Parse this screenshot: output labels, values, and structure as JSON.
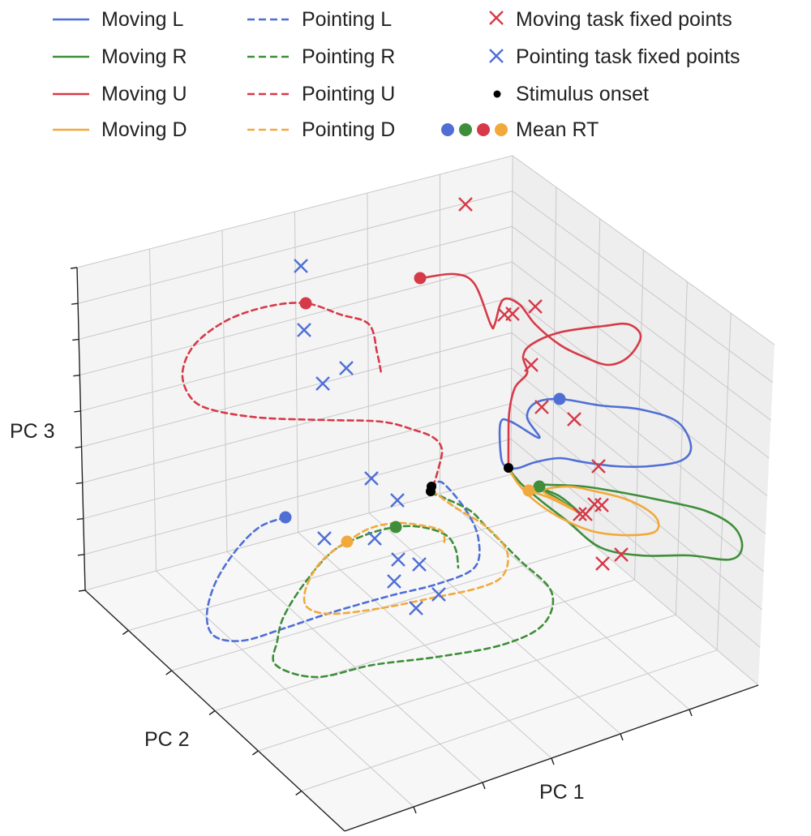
{
  "chart_data": {
    "type": "line-3d",
    "xlabel": "PC 1",
    "ylabel": "PC 2",
    "zlabel": "PC 3",
    "grid": true,
    "legend_placement": "top",
    "colors": {
      "left": "#4f6fd6",
      "right": "#3e8e3a",
      "up": "#d63a48",
      "down": "#f2a93b",
      "onset": "#000000"
    },
    "legend": {
      "moving_l": "Moving L",
      "moving_r": "Moving R",
      "moving_u": "Moving U",
      "moving_d": "Moving D",
      "pointing_l": "Pointing L",
      "pointing_r": "Pointing R",
      "pointing_u": "Pointing U",
      "pointing_d": "Pointing D",
      "moving_fixed": "Moving task fixed points",
      "pointing_fixed": "Pointing task fixed points",
      "onset": "Stimulus onset",
      "mean_rt": "Mean RT"
    },
    "series": [
      {
        "name": "Moving L",
        "task": "moving",
        "color_key": "left",
        "points": [
          [
            625,
            577
          ],
          [
            618,
            565
          ],
          [
            617,
            522
          ],
          [
            630,
            520
          ],
          [
            665,
            540
          ],
          [
            650,
            515
          ],
          [
            660,
            497
          ],
          [
            690,
            492
          ],
          [
            740,
            500
          ],
          [
            790,
            505
          ],
          [
            835,
            520
          ],
          [
            852,
            550
          ],
          [
            840,
            568
          ],
          [
            800,
            575
          ],
          [
            760,
            575
          ],
          [
            720,
            570
          ],
          [
            690,
            565
          ],
          [
            660,
            570
          ],
          [
            640,
            577
          ],
          [
            627,
            578
          ]
        ],
        "mean_rt": [
          690,
          492
        ]
      },
      {
        "name": "Moving R",
        "task": "moving",
        "color_key": "right",
        "points": [
          [
            627,
            578
          ],
          [
            643,
            597
          ],
          [
            670,
            620
          ],
          [
            700,
            643
          ],
          [
            740,
            675
          ],
          [
            790,
            685
          ],
          [
            850,
            685
          ],
          [
            900,
            690
          ],
          [
            915,
            675
          ],
          [
            905,
            650
          ],
          [
            870,
            630
          ],
          [
            820,
            618
          ],
          [
            770,
            608
          ],
          [
            720,
            600
          ],
          [
            680,
            598
          ],
          [
            660,
            599
          ],
          [
            688,
            615
          ],
          [
            715,
            633
          ],
          [
            690,
            612
          ],
          [
            663,
            601
          ]
        ],
        "mean_rt": [
          665,
          600
        ]
      },
      {
        "name": "Moving U",
        "task": "moving",
        "color_key": "up",
        "points": [
          [
            627,
            578
          ],
          [
            627,
            545
          ],
          [
            628,
            508
          ],
          [
            635,
            478
          ],
          [
            650,
            460
          ],
          [
            645,
            440
          ],
          [
            655,
            425
          ],
          [
            690,
            410
          ],
          [
            745,
            402
          ],
          [
            775,
            400
          ],
          [
            790,
            415
          ],
          [
            775,
            440
          ],
          [
            750,
            450
          ],
          [
            720,
            440
          ],
          [
            690,
            425
          ],
          [
            660,
            400
          ],
          [
            640,
            375
          ],
          [
            620,
            370
          ],
          [
            610,
            400
          ],
          [
            605,
            400
          ],
          [
            585,
            350
          ],
          [
            560,
            338
          ],
          [
            520,
            343
          ]
        ],
        "mean_rt": [
          518,
          343
        ]
      },
      {
        "name": "Moving D",
        "task": "moving",
        "color_key": "down",
        "points": [
          [
            627,
            578
          ],
          [
            640,
            598
          ],
          [
            660,
            618
          ],
          [
            690,
            638
          ],
          [
            730,
            655
          ],
          [
            770,
            660
          ],
          [
            805,
            657
          ],
          [
            812,
            645
          ],
          [
            800,
            630
          ],
          [
            770,
            615
          ],
          [
            730,
            605
          ],
          [
            700,
            600
          ],
          [
            670,
            605
          ],
          [
            690,
            618
          ],
          [
            710,
            630
          ],
          [
            680,
            615
          ],
          [
            652,
            605
          ]
        ],
        "mean_rt": [
          652,
          605
        ]
      },
      {
        "name": "Pointing L",
        "task": "pointing",
        "color_key": "left",
        "points": [
          [
            533,
            603
          ],
          [
            545,
            595
          ],
          [
            575,
            630
          ],
          [
            590,
            665
          ],
          [
            585,
            700
          ],
          [
            540,
            720
          ],
          [
            480,
            735
          ],
          [
            410,
            755
          ],
          [
            350,
            775
          ],
          [
            300,
            790
          ],
          [
            265,
            785
          ],
          [
            255,
            760
          ],
          [
            265,
            720
          ],
          [
            290,
            680
          ],
          [
            320,
            650
          ],
          [
            352,
            638
          ]
        ],
        "mean_rt": [
          352,
          638
        ]
      },
      {
        "name": "Pointing R",
        "task": "pointing",
        "color_key": "right",
        "points": [
          [
            531,
            608
          ],
          [
            550,
            615
          ],
          [
            580,
            630
          ],
          [
            600,
            650
          ],
          [
            640,
            690
          ],
          [
            680,
            730
          ],
          [
            670,
            770
          ],
          [
            620,
            795
          ],
          [
            540,
            810
          ],
          [
            460,
            820
          ],
          [
            390,
            835
          ],
          [
            340,
            820
          ],
          [
            342,
            790
          ],
          [
            350,
            760
          ],
          [
            375,
            720
          ],
          [
            410,
            680
          ],
          [
            450,
            660
          ],
          [
            488,
            650
          ],
          [
            520,
            650
          ],
          [
            550,
            660
          ],
          [
            562,
            678
          ],
          [
            565,
            700
          ]
        ],
        "mean_rt": [
          488,
          650
        ]
      },
      {
        "name": "Pointing U",
        "task": "pointing",
        "color_key": "up",
        "points": [
          [
            534,
            600
          ],
          [
            540,
            580
          ],
          [
            545,
            555
          ],
          [
            535,
            540
          ],
          [
            510,
            530
          ],
          [
            470,
            520
          ],
          [
            400,
            518
          ],
          [
            320,
            515
          ],
          [
            260,
            505
          ],
          [
            235,
            490
          ],
          [
            225,
            460
          ],
          [
            240,
            425
          ],
          [
            280,
            395
          ],
          [
            330,
            378
          ],
          [
            377,
            374
          ],
          [
            420,
            388
          ],
          [
            455,
            400
          ],
          [
            465,
            435
          ],
          [
            470,
            460
          ]
        ],
        "mean_rt": [
          377,
          374
        ]
      },
      {
        "name": "Pointing D",
        "task": "pointing",
        "color_key": "down",
        "points": [
          [
            533,
            605
          ],
          [
            560,
            625
          ],
          [
            600,
            650
          ],
          [
            625,
            680
          ],
          [
            620,
            710
          ],
          [
            590,
            725
          ],
          [
            530,
            738
          ],
          [
            470,
            750
          ],
          [
            410,
            757
          ],
          [
            380,
            750
          ],
          [
            376,
            730
          ],
          [
            390,
            700
          ],
          [
            410,
            680
          ],
          [
            428,
            668
          ],
          [
            455,
            652
          ],
          [
            488,
            645
          ],
          [
            520,
            648
          ],
          [
            545,
            655
          ],
          [
            548,
            670
          ]
        ],
        "mean_rt": [
          428,
          668
        ]
      }
    ],
    "moving_fixed_points": [
      [
        574,
        252
      ],
      [
        622,
        388
      ],
      [
        632,
        387
      ],
      [
        660,
        378
      ],
      [
        655,
        450
      ],
      [
        668,
        502
      ],
      [
        708,
        517
      ],
      [
        738,
        575
      ],
      [
        715,
        634
      ],
      [
        722,
        634
      ],
      [
        733,
        622
      ],
      [
        742,
        623
      ],
      [
        743,
        695
      ],
      [
        766,
        684
      ]
    ],
    "pointing_fixed_points": [
      [
        371,
        328
      ],
      [
        375,
        407
      ],
      [
        398,
        473
      ],
      [
        427,
        454
      ],
      [
        458,
        590
      ],
      [
        490,
        617
      ],
      [
        400,
        664
      ],
      [
        462,
        664
      ],
      [
        491,
        690
      ],
      [
        517,
        696
      ],
      [
        486,
        717
      ],
      [
        541,
        733
      ],
      [
        513,
        750
      ]
    ],
    "onset_points": [
      [
        627,
        577
      ],
      [
        532,
        600
      ],
      [
        531,
        606
      ]
    ],
    "mean_rt_legend_colors": [
      "left",
      "right",
      "up",
      "down"
    ]
  }
}
